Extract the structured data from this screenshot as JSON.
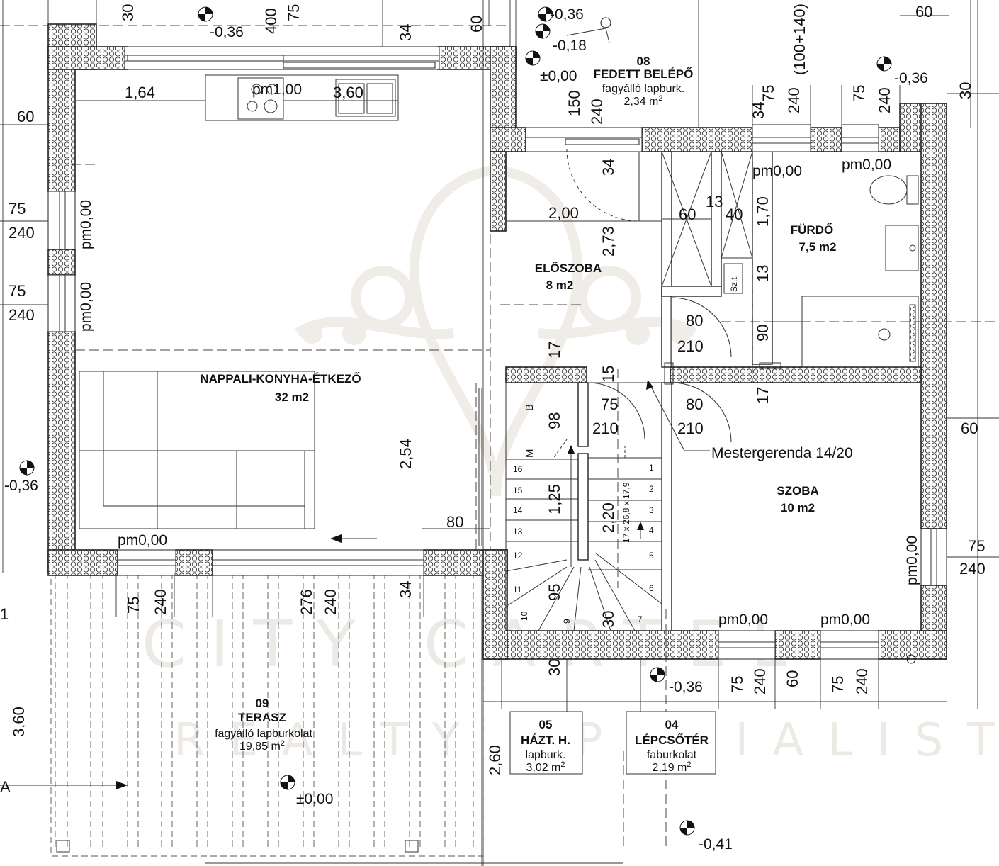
{
  "rooms": {
    "nappali": {
      "name": "NAPPALI-KONYHA-ÉTKEZŐ",
      "area": "32 m2"
    },
    "eloszoba": {
      "name": "ELŐSZOBA",
      "area": "8 m2"
    },
    "furdo": {
      "name": "FÜRDŐ",
      "area": "7,5 m2"
    },
    "szoba": {
      "name": "SZOBA",
      "area": "10 m2"
    },
    "fedett": {
      "number": "08",
      "name": "FEDETT BELÉPŐ",
      "finish": "fagyálló lapburk.",
      "area": "2,34 m",
      "sup": "2"
    },
    "terasz": {
      "number": "09",
      "name": "TERASZ",
      "finish": "fagyálló lapburkolat",
      "area": "19,85 m",
      "sup": "2"
    },
    "hazt": {
      "number": "05",
      "name": "HÁZT. H.",
      "finish": "lapburk.",
      "area": "3,02 m",
      "sup": "2"
    },
    "lepcso": {
      "number": "04",
      "name": "LÉPCSŐTÉR",
      "finish": "faburkolat",
      "area": "2,19 m",
      "sup": "2"
    }
  },
  "levels": {
    "l_top1": "-0,36",
    "l_top2": "-0,36",
    "l_top3": "-0,18",
    "l_top4": "±0,00",
    "l_right_top": "-0,36",
    "l_left": "-0,36",
    "l_bottom_mid": "-0,36",
    "l_terasz": "±0,00",
    "l_bottom_right": "-0,41"
  },
  "sills": {
    "s1": "pm1,00",
    "s2": "pm0,00",
    "s3": "pm0,00",
    "s4": "pm0,00",
    "s5": "pm0,00",
    "s6": "pm0,00",
    "s7": "pm0,00",
    "s8": "pm0,00",
    "s9": "pm0,00"
  },
  "dims": {
    "d30a": "30",
    "d400": "400",
    "d75a": "75",
    "d34a": "34",
    "d60a": "60",
    "d164": "1,64",
    "d360": "3,60",
    "d60b": "60",
    "d75b": "75",
    "d240b": "240",
    "d75c": "75",
    "d240c": "240",
    "d150": "150",
    "d240d": "240",
    "d34b": "34",
    "d75d": "75",
    "d240e": "240",
    "d100140": "(100+140)",
    "d75e": "75",
    "d240f": "240",
    "d60c": "60",
    "d30b": "30",
    "d200": "2,00",
    "d34c": "34",
    "d273": "2,73",
    "d60d": "60",
    "d13a": "13",
    "d40": "40",
    "d170": "1,70",
    "d13b": "13",
    "d80a": "80",
    "d210a": "210",
    "d90": "90",
    "d17a": "17",
    "d17b": "17",
    "d15": "15",
    "d75f": "75",
    "d210b": "210",
    "d80b": "80",
    "d210c": "210",
    "d98": "98",
    "d254": "2,54",
    "d80c": "80",
    "d125": "1,25",
    "d220": "2,20",
    "d95": "95",
    "d30c": "30",
    "d60e": "60",
    "d75g": "75",
    "d240g": "240",
    "d75h": "75",
    "d240h": "240",
    "d276": "276",
    "d240i": "240",
    "d34d": "34",
    "d30d": "30",
    "d75i": "75",
    "d240j": "240",
    "d60f": "60",
    "d75j": "75",
    "d240k": "240",
    "d360b": "3,60",
    "d260": "2,60",
    "d1": "1"
  },
  "stair": {
    "spec": "17 x 26,8 x 17,9",
    "steps_right": [
      "1",
      "2",
      "3",
      "4",
      "5",
      "6",
      "7"
    ],
    "steps_left": [
      "16",
      "15",
      "14",
      "13",
      "12",
      "11",
      "10",
      "9"
    ],
    "b_label": "B",
    "m_label": "M"
  },
  "labels": {
    "mestergerenda": "Mestergerenda 14/20",
    "szt": "Sz.t.",
    "section": "A"
  },
  "watermark": {
    "line1": "CITY CARTEL",
    "line2": "REALTY SPECIALIST"
  }
}
